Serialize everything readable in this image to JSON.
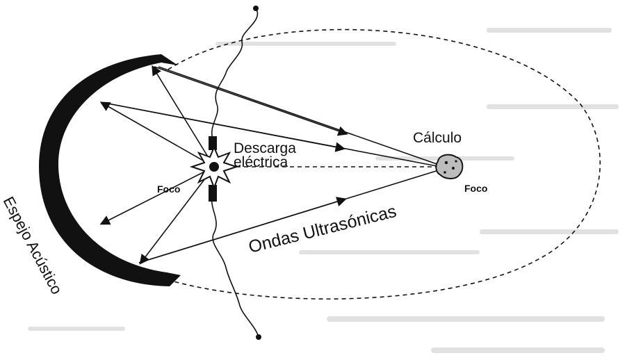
{
  "labels": {
    "discharge_line1": "Descarga",
    "discharge_line2": "eléctrica",
    "stone": "Cálculo",
    "focus_left": "Foco",
    "focus_right": "Foco",
    "waves": "Ondas Ultrasónicas",
    "mirror": "Espejo Acústico"
  },
  "colors": {
    "ink": "#111111",
    "paper": "#ffffff",
    "bleed": "#c9c9c9"
  },
  "icons": {
    "spark": "spark-burst-icon",
    "stone": "kidney-stone-icon",
    "arrowhead": "arrowhead-icon"
  }
}
